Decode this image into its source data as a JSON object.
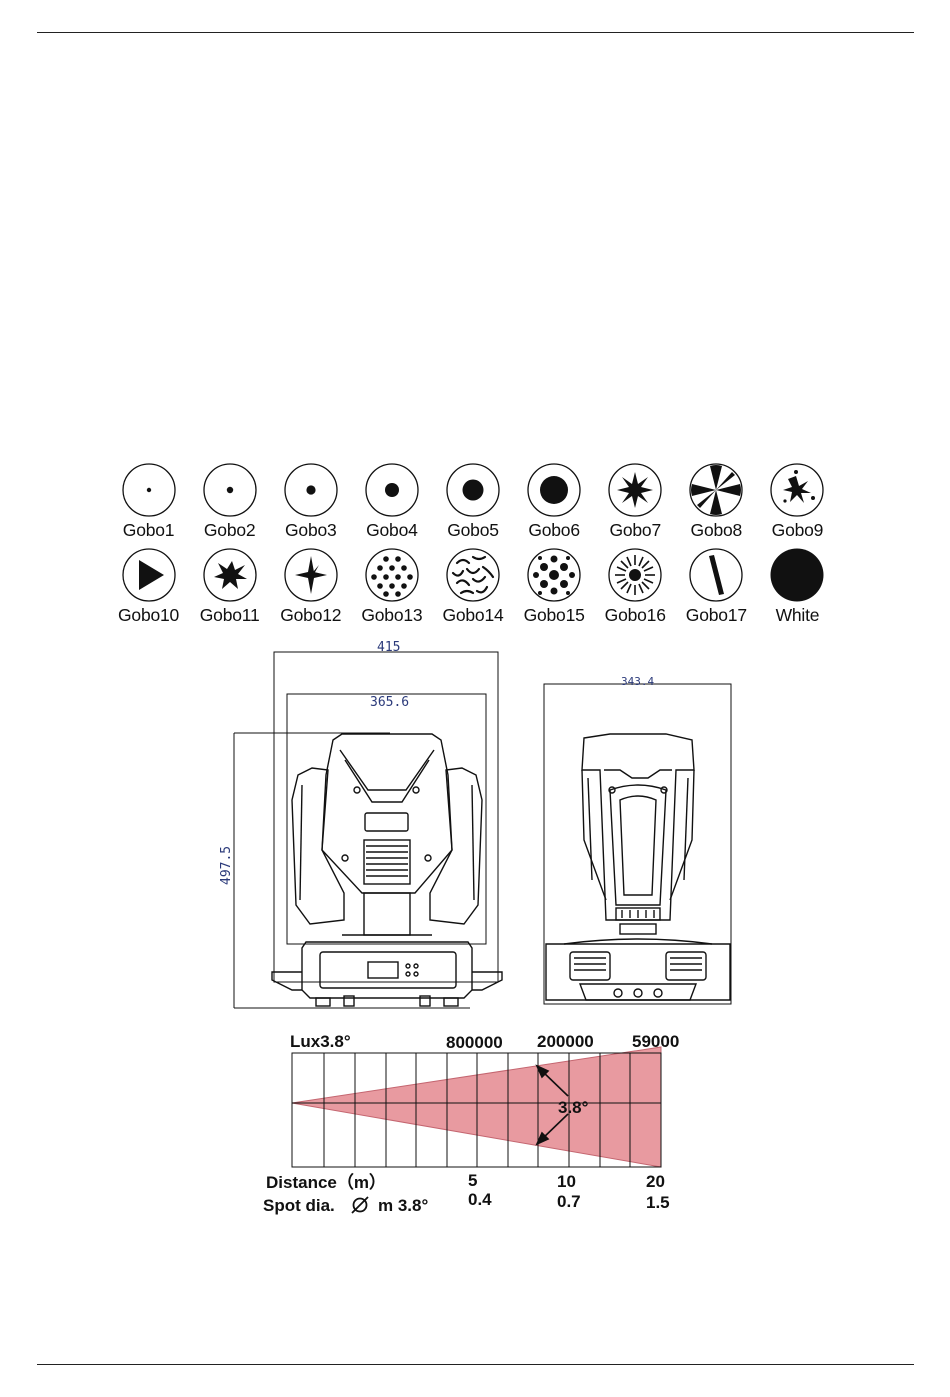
{
  "gobos": {
    "row1": [
      {
        "label": "Gobo1",
        "icon": "dot-xs-icon"
      },
      {
        "label": "Gobo2",
        "icon": "dot-s-icon"
      },
      {
        "label": "Gobo3",
        "icon": "dot-m-icon"
      },
      {
        "label": "Gobo4",
        "icon": "dot-l-icon"
      },
      {
        "label": "Gobo5",
        "icon": "dot-xl-icon"
      },
      {
        "label": "Gobo6",
        "icon": "dot-xxl-icon"
      },
      {
        "label": "Gobo7",
        "icon": "star-burst-icon"
      },
      {
        "label": "Gobo8",
        "icon": "fan-icon"
      },
      {
        "label": "Gobo9",
        "icon": "splatter-icon"
      }
    ],
    "row2": [
      {
        "label": "Gobo10",
        "icon": "triangle-icon"
      },
      {
        "label": "Gobo11",
        "icon": "explosion-icon"
      },
      {
        "label": "Gobo12",
        "icon": "four-point-star-icon"
      },
      {
        "label": "Gobo13",
        "icon": "dot-grid-icon"
      },
      {
        "label": "Gobo14",
        "icon": "worms-icon"
      },
      {
        "label": "Gobo15",
        "icon": "bubbles-icon"
      },
      {
        "label": "Gobo16",
        "icon": "sunburst-icon"
      },
      {
        "label": "Gobo17",
        "icon": "bar-icon"
      },
      {
        "label": "White",
        "icon": "solid-disc-icon"
      }
    ]
  },
  "dimensions": {
    "overall_width": "415",
    "inner_width": "365.6",
    "height": "497.5",
    "side_width": "343.4"
  },
  "beam_chart": {
    "lux_label": "Lux3.8°",
    "lux_values": [
      "800000",
      "200000",
      "59000"
    ],
    "angle_label": "3.8°",
    "distance_label": "Distance（m）",
    "distances": [
      "5",
      "10",
      "20"
    ],
    "spot_label": "Spot dia.",
    "spot_unit": "m 3.8°",
    "spot_diameters": [
      "0.4",
      "0.7",
      "1.5"
    ],
    "beam_color": "#e89aa0"
  },
  "chart_data": {
    "type": "table",
    "title": "Lux3.8°",
    "columns": [
      "Distance（m）",
      "Lux3.8°",
      "Spot dia. ∅ m 3.8°"
    ],
    "rows": [
      [
        "5",
        "800000",
        "0.4"
      ],
      [
        "10",
        "200000",
        "0.7"
      ],
      [
        "20",
        "59000",
        "1.5"
      ]
    ]
  }
}
